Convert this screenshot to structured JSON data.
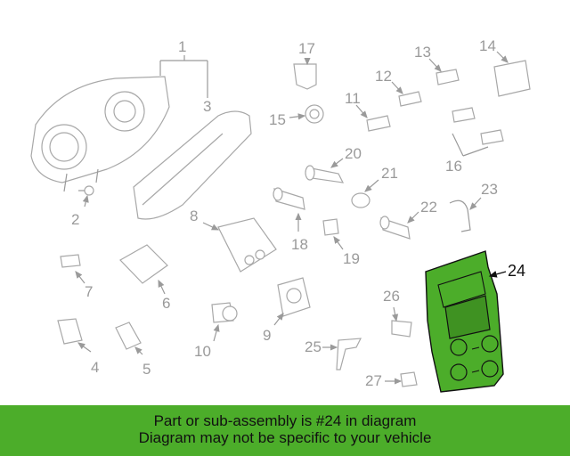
{
  "labels": [
    "1",
    "2",
    "3",
    "4",
    "5",
    "6",
    "7",
    "8",
    "9",
    "10",
    "11",
    "12",
    "13",
    "14",
    "15",
    "16",
    "17",
    "18",
    "19",
    "20",
    "21",
    "22",
    "23",
    "24",
    "25",
    "26",
    "27"
  ],
  "highlight_color": "#4cad2a",
  "highlighted_part": "24",
  "banner": {
    "line1": "Part or sub-assembly is #24 in diagram",
    "line2": "Diagram may not be specific to your vehicle"
  }
}
